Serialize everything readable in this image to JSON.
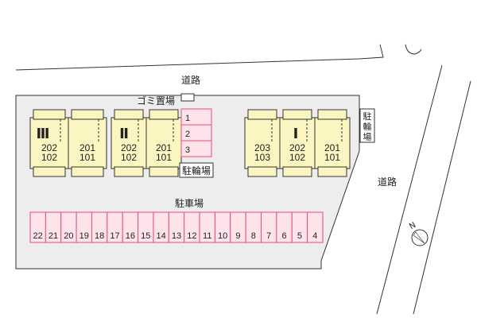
{
  "roads": {
    "top": "道路",
    "right": "道路"
  },
  "garbage_area": "ゴミ置場",
  "parking_label": "駐車場",
  "bicycle_parking_left": "駐輪場",
  "bicycle_parking_right": "駐\n輪\n場",
  "buildings": [
    {
      "name": "Ⅲ",
      "rooms": [
        "202\n102",
        "201\n101"
      ]
    },
    {
      "name": "Ⅱ",
      "rooms": [
        "202\n102",
        "201\n101"
      ]
    },
    {
      "name": "Ⅰ",
      "rooms": [
        "203\n103",
        "202\n102",
        "201\n101"
      ]
    }
  ],
  "bike_stalls": [
    "1",
    "2",
    "3"
  ],
  "parking_stalls": [
    "22",
    "21",
    "20",
    "19",
    "18",
    "17",
    "16",
    "15",
    "14",
    "13",
    "12",
    "11",
    "10",
    "9",
    "8",
    "7",
    "6",
    "5",
    "4"
  ],
  "compass": {
    "north_label": "N"
  },
  "colors": {
    "building": "#fbf5c2",
    "stall_fill": "#ffe3ea",
    "stall_border": "#e0507a",
    "lot": "#ededed"
  }
}
